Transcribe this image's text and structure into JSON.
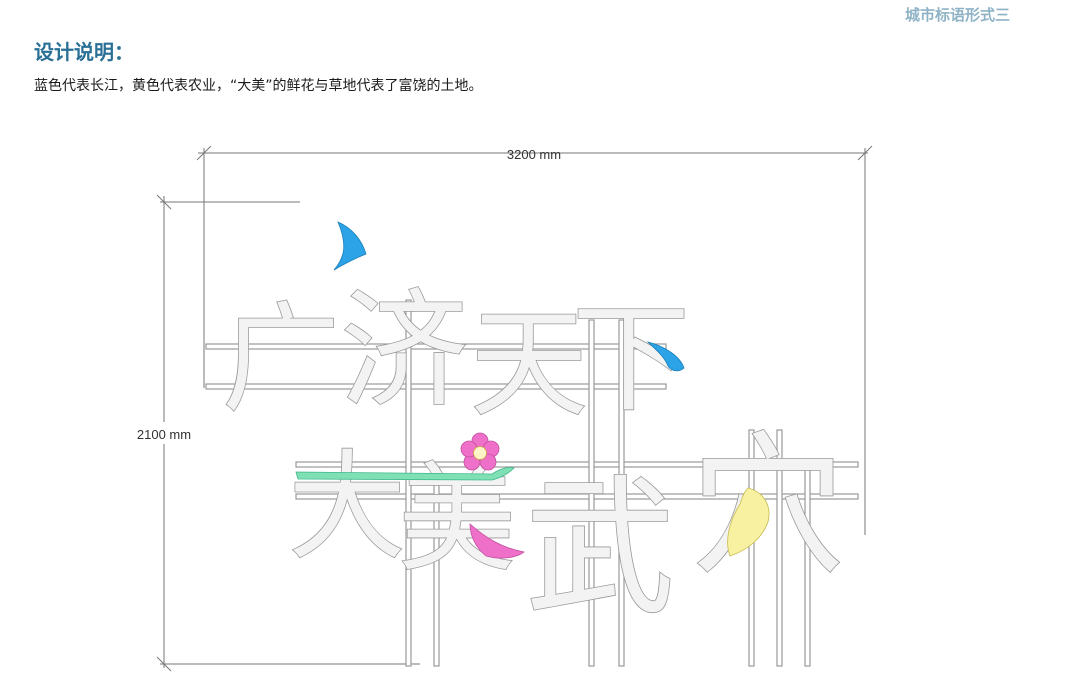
{
  "header": {
    "corner_label": "城市标语形式三",
    "title": "设计说明：",
    "description": "蓝色代表长江，黄色代表农业，“大美”的鲜花与草地代表了富饶的土地。"
  },
  "drawing": {
    "width_dimension": "3200 mm",
    "height_dimension": "2100 mm",
    "slogan_line_1": [
      "广",
      "济",
      "天",
      "下"
    ],
    "slogan_line_2": [
      "大",
      "美",
      "武",
      "穴"
    ],
    "colors": {
      "blue": "#2ba3e6",
      "yellow": "#f7f1a1",
      "pink": "#ee70c8",
      "green": "#7fe0b6",
      "frame": "#9a9a9a",
      "glyph_fill": "#f3f3f3"
    }
  }
}
